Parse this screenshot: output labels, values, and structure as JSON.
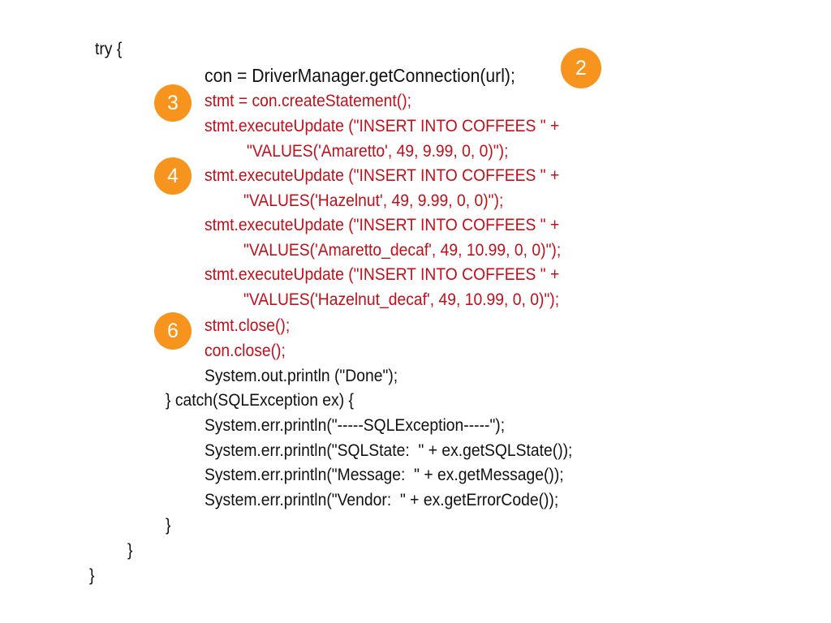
{
  "code": {
    "l01": "try {",
    "l02": "con = DriverManager.getConnection(url);",
    "l03": "stmt = con.createStatement();",
    "l04": "stmt.executeUpdate (\"INSERT INTO COFFEES \" +",
    "l05": "\"VALUES('Amaretto', 49, 9.99, 0, 0)\");",
    "l06": "stmt.executeUpdate (\"INSERT INTO COFFEES \" +",
    "l07": "\"VALUES('Hazelnut', 49, 9.99, 0, 0)\");",
    "l08": "stmt.executeUpdate (\"INSERT INTO COFFEES \" +",
    "l09": "\"VALUES('Amaretto_decaf', 49, 10.99, 0, 0)\");",
    "l10": "stmt.executeUpdate (\"INSERT INTO COFFEES \" +",
    "l11": "\"VALUES('Hazelnut_decaf', 49, 10.99, 0, 0)\");",
    "l12": "stmt.close();",
    "l13": "con.close();",
    "l14": "System.out.println (\"Done\");",
    "l15": "} catch(SQLException ex) {",
    "l16": "System.err.println(\"-----SQLException-----\");",
    "l17": "System.err.println(\"SQLState:  \" + ex.getSQLState());",
    "l18": "System.err.println(\"Message:  \" + ex.getMessage());",
    "l19": "System.err.println(\"Vendor:  \" + ex.getErrorCode());",
    "l20": "}",
    "l21": "}",
    "l22": "}"
  },
  "badges": {
    "b2": "2",
    "b3": "3",
    "b4": "4",
    "b6": "6"
  },
  "colors": {
    "badge": "#f7941d",
    "highlight_code": "#c0101a",
    "normal_code": "#111111"
  }
}
